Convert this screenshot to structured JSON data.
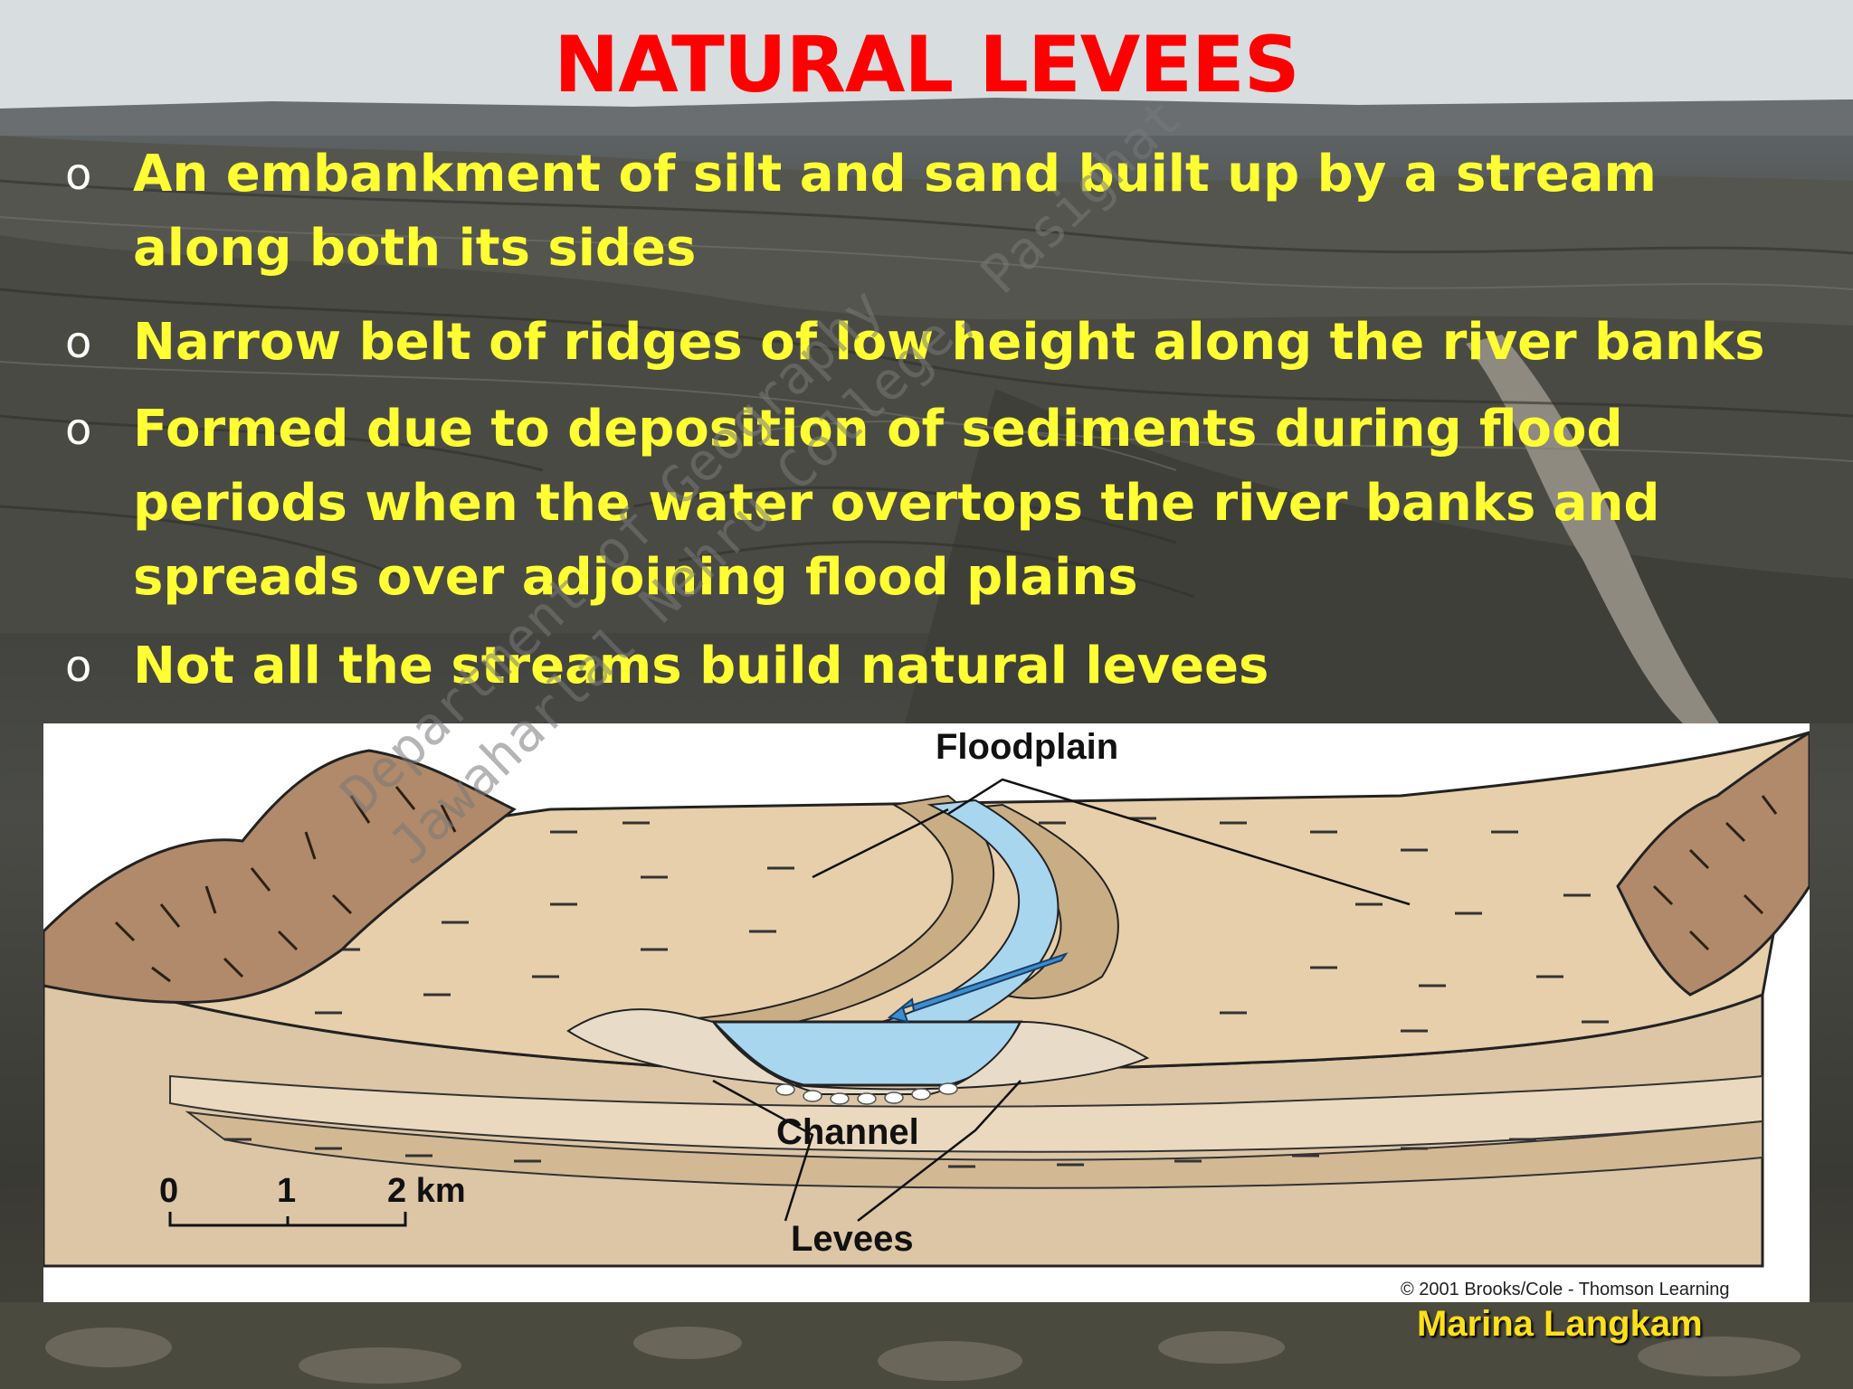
{
  "title": "NATURAL LEVEES",
  "bullets": [
    {
      "marker": "o",
      "text": "An embankment of silt and sand built up by a stream along both its sides"
    },
    {
      "marker": "o",
      "text": "Narrow belt of ridges of low height along the river banks"
    },
    {
      "marker": "o",
      "text": "Formed due to deposition of sediments during flood periods when the water overtops the river banks and spreads over adjoining flood plains"
    },
    {
      "marker": "o",
      "text": "Not all the streams build natural levees"
    }
  ],
  "diagram": {
    "labels": {
      "floodplain": "Floodplain",
      "channel": "Channel",
      "levees": "Levees"
    },
    "scale": {
      "tick_0": "0",
      "tick_1": "1",
      "tick_2": "2 km"
    },
    "credit": "© 2001 Brooks/Cole - Thomson Learning"
  },
  "author": "Marina Langkam",
  "watermark": {
    "line1": "Department of Geography",
    "line2": "Jawaharlal Nehru College, Pasighat"
  },
  "colors": {
    "title": "#ff0000",
    "bullet_text": "#ffff33",
    "author": "#ffe01a",
    "water": "#a9d6ef",
    "sediment": "#e2c9a4",
    "hills": "#b08a6a"
  }
}
